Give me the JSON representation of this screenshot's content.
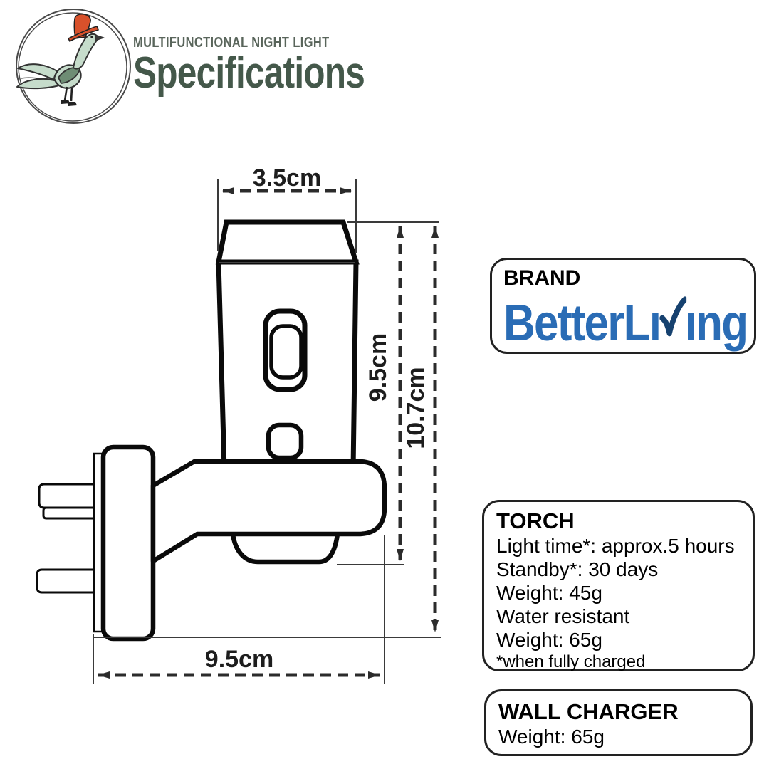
{
  "theme": {
    "brand_blue": "#2a6cb5",
    "check_navy": "#16416f",
    "title_green": "#44584a",
    "subtitle_gray": "#59655b",
    "ink": "#111111",
    "dim_color": "#2b2b2b"
  },
  "header": {
    "subtitle": "MULTIFUNCTIONAL NIGHT LIGHT",
    "title": "Specifications"
  },
  "drawing": {
    "dimensions": {
      "torch_width": "3.5cm",
      "torch_height": "9.5cm",
      "total_height": "10.7cm",
      "total_width": "9.5cm"
    }
  },
  "brand_box": {
    "label": "BRAND",
    "name": "BetterLiving",
    "name_part_pre": "BetterL",
    "name_part_i": "ı",
    "name_part_post": "ıng"
  },
  "torch_box": {
    "title": "TORCH",
    "lines": [
      "Light time*: approx.5 hours",
      "Standby*: 30 days",
      "Weight: 45g",
      "Water resistant",
      "Weight: 65g"
    ],
    "footnote": "*when fully charged"
  },
  "wall_charger_box": {
    "title": "WALL CHARGER",
    "weight": "Weight: 65g"
  }
}
